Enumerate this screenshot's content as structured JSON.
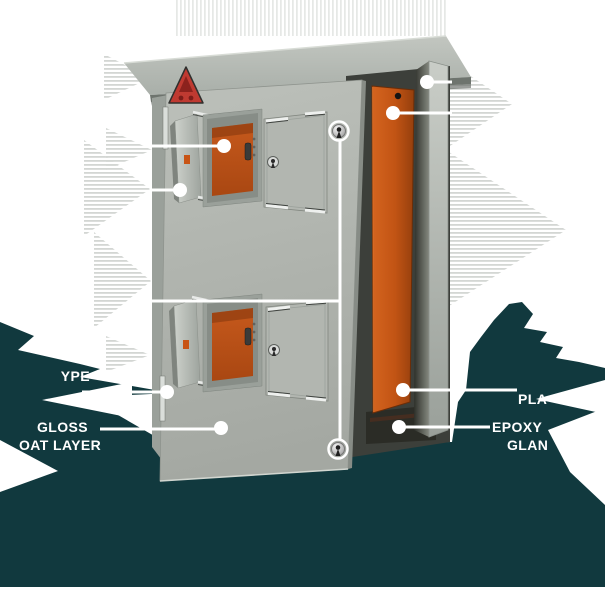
{
  "diagram": {
    "title_fragments": {
      "left_top": {
        "text": "YPE"
      },
      "left_bottom": {
        "line1": "GLOSS",
        "line2": "OAT LAYER"
      },
      "right_top": {
        "text": "PLA"
      },
      "right_bottom": {
        "line1": "EPOXY",
        "line2": "GLAN"
      }
    },
    "colors": {
      "teal": "#11393E",
      "orange": "#C85415",
      "logo_red": "#BF3A31",
      "callout": "#FFFFFF",
      "cabinet_gray": "#B3B7B1"
    }
  }
}
